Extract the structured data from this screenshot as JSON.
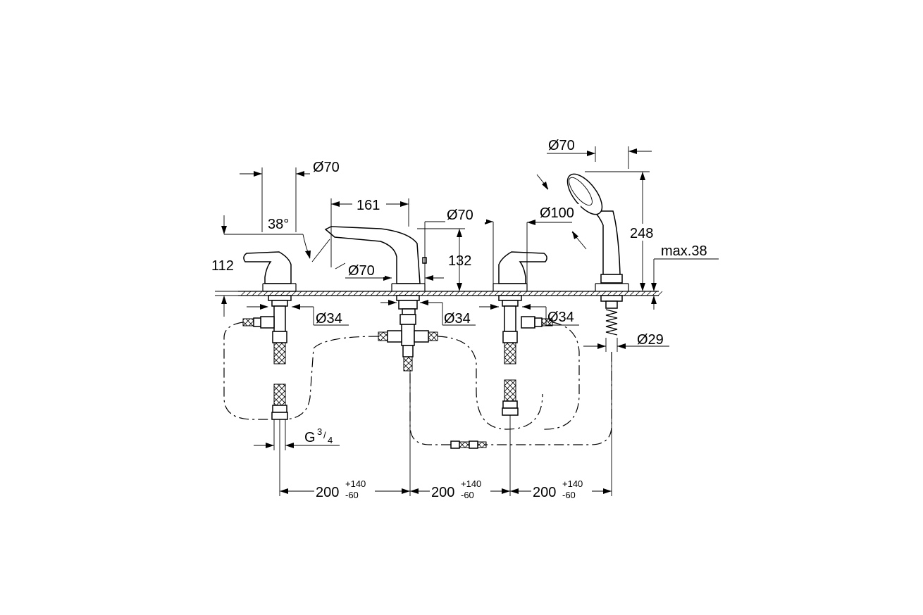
{
  "dimensions": {
    "spout_outlet_diameter": "Ø70",
    "spout_angle": "38°",
    "spout_reach": "161",
    "spout_base_diameter": "Ø70",
    "spout_rosette_diameter": "Ø70",
    "spout_height": "132",
    "handle_height": "112",
    "hand_shower_head_diameter": "Ø70",
    "hand_shower_diameter": "Ø100",
    "hand_shower_height": "248",
    "max_deck_thickness": "max.38",
    "shank_left": "Ø34",
    "shank_center": "Ø34",
    "shank_right": "Ø34",
    "hose_guide_diameter": "Ø29",
    "connection_thread": "G",
    "connection_thread_numerator": "3",
    "connection_thread_denominator": "4",
    "spacing_1": {
      "base": "200",
      "plus": "+140",
      "minus": "-60"
    },
    "spacing_2": {
      "base": "200",
      "plus": "+140",
      "minus": "-60"
    },
    "spacing_3": {
      "base": "200",
      "plus": "+140",
      "minus": "-60"
    }
  }
}
